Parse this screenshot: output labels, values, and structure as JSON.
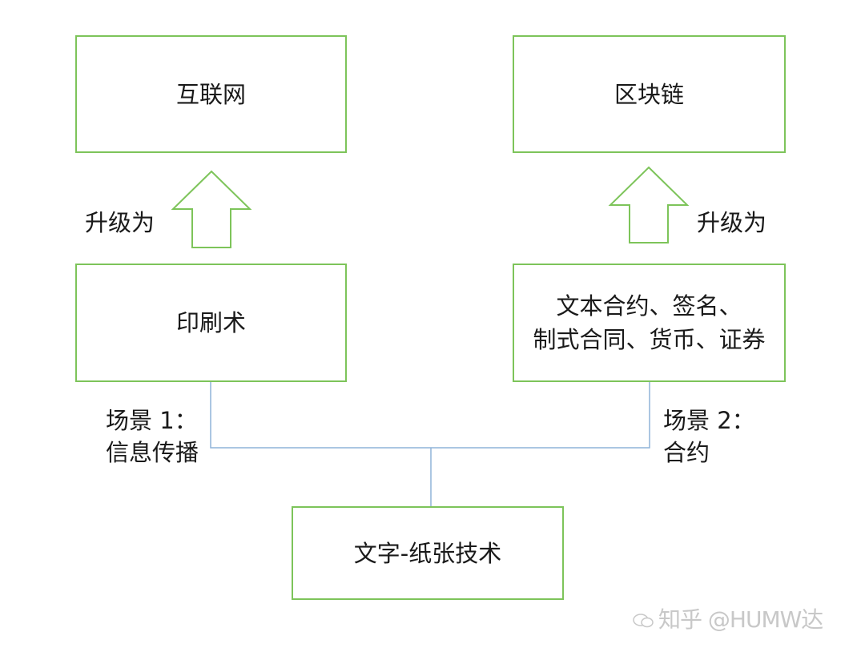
{
  "boxes": {
    "internet": "互联网",
    "blockchain": "区块链",
    "printing": "印刷术",
    "contracts": [
      "文本合约、签名、",
      "制式合同、货币、证券"
    ],
    "writing_paper": "文字-纸张技术"
  },
  "labels": {
    "upgrade_left": "升级为",
    "upgrade_right": "升级为",
    "scene1": [
      "场景 1：",
      "信息传播"
    ],
    "scene2": [
      "场景 2：",
      "合约"
    ]
  },
  "watermark": "知乎 @HUMW达",
  "colors": {
    "box_border": "#7dc45a",
    "arrow_stroke": "#7dc45a",
    "connector": "#8fb3d9",
    "text": "#1a1a1a"
  },
  "icons": {
    "arrow": "upward-block-arrow",
    "watermark": "wechat-icon"
  }
}
